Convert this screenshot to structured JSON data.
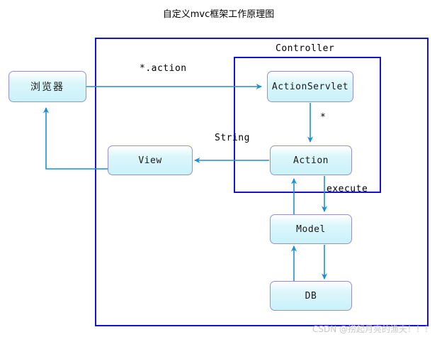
{
  "diagram": {
    "title": "自定义mvc框架工作原理图",
    "watermark": "CSDN @捞起月亮的渔夫！！！",
    "colors": {
      "outer_border": "#1414d2",
      "controller_border": "#1414d2",
      "node_border": "#9a8fd0",
      "node_fill": "#c9f2fa",
      "arrow": "#1e8fd0",
      "title_text": "#000000",
      "watermark_text": "#c8c8c8"
    },
    "group_label": "Controller",
    "nodes": [
      {
        "id": "browser",
        "label": "浏览器",
        "script": "cjk"
      },
      {
        "id": "actionservlet",
        "label": "ActionServlet",
        "script": "latin"
      },
      {
        "id": "view",
        "label": "View",
        "script": "latin"
      },
      {
        "id": "action",
        "label": "Action",
        "script": "latin"
      },
      {
        "id": "model",
        "label": "Model",
        "script": "latin"
      },
      {
        "id": "db",
        "label": "DB",
        "script": "latin"
      }
    ],
    "edge_labels": [
      {
        "id": "request",
        "text": "*.action"
      },
      {
        "id": "star",
        "text": "*"
      },
      {
        "id": "string",
        "text": "String"
      },
      {
        "id": "execute",
        "text": "execute"
      }
    ],
    "edges": [
      {
        "from": "browser",
        "to": "actionservlet",
        "label": "*.action"
      },
      {
        "from": "actionservlet",
        "to": "action",
        "label": "*"
      },
      {
        "from": "action",
        "to": "view",
        "label": "String"
      },
      {
        "from": "view",
        "to": "browser",
        "label": ""
      },
      {
        "from": "action",
        "to": "model",
        "label": "execute"
      },
      {
        "from": "model",
        "to": "action",
        "label": ""
      },
      {
        "from": "model",
        "to": "db",
        "label": ""
      },
      {
        "from": "db",
        "to": "model",
        "label": ""
      }
    ]
  }
}
